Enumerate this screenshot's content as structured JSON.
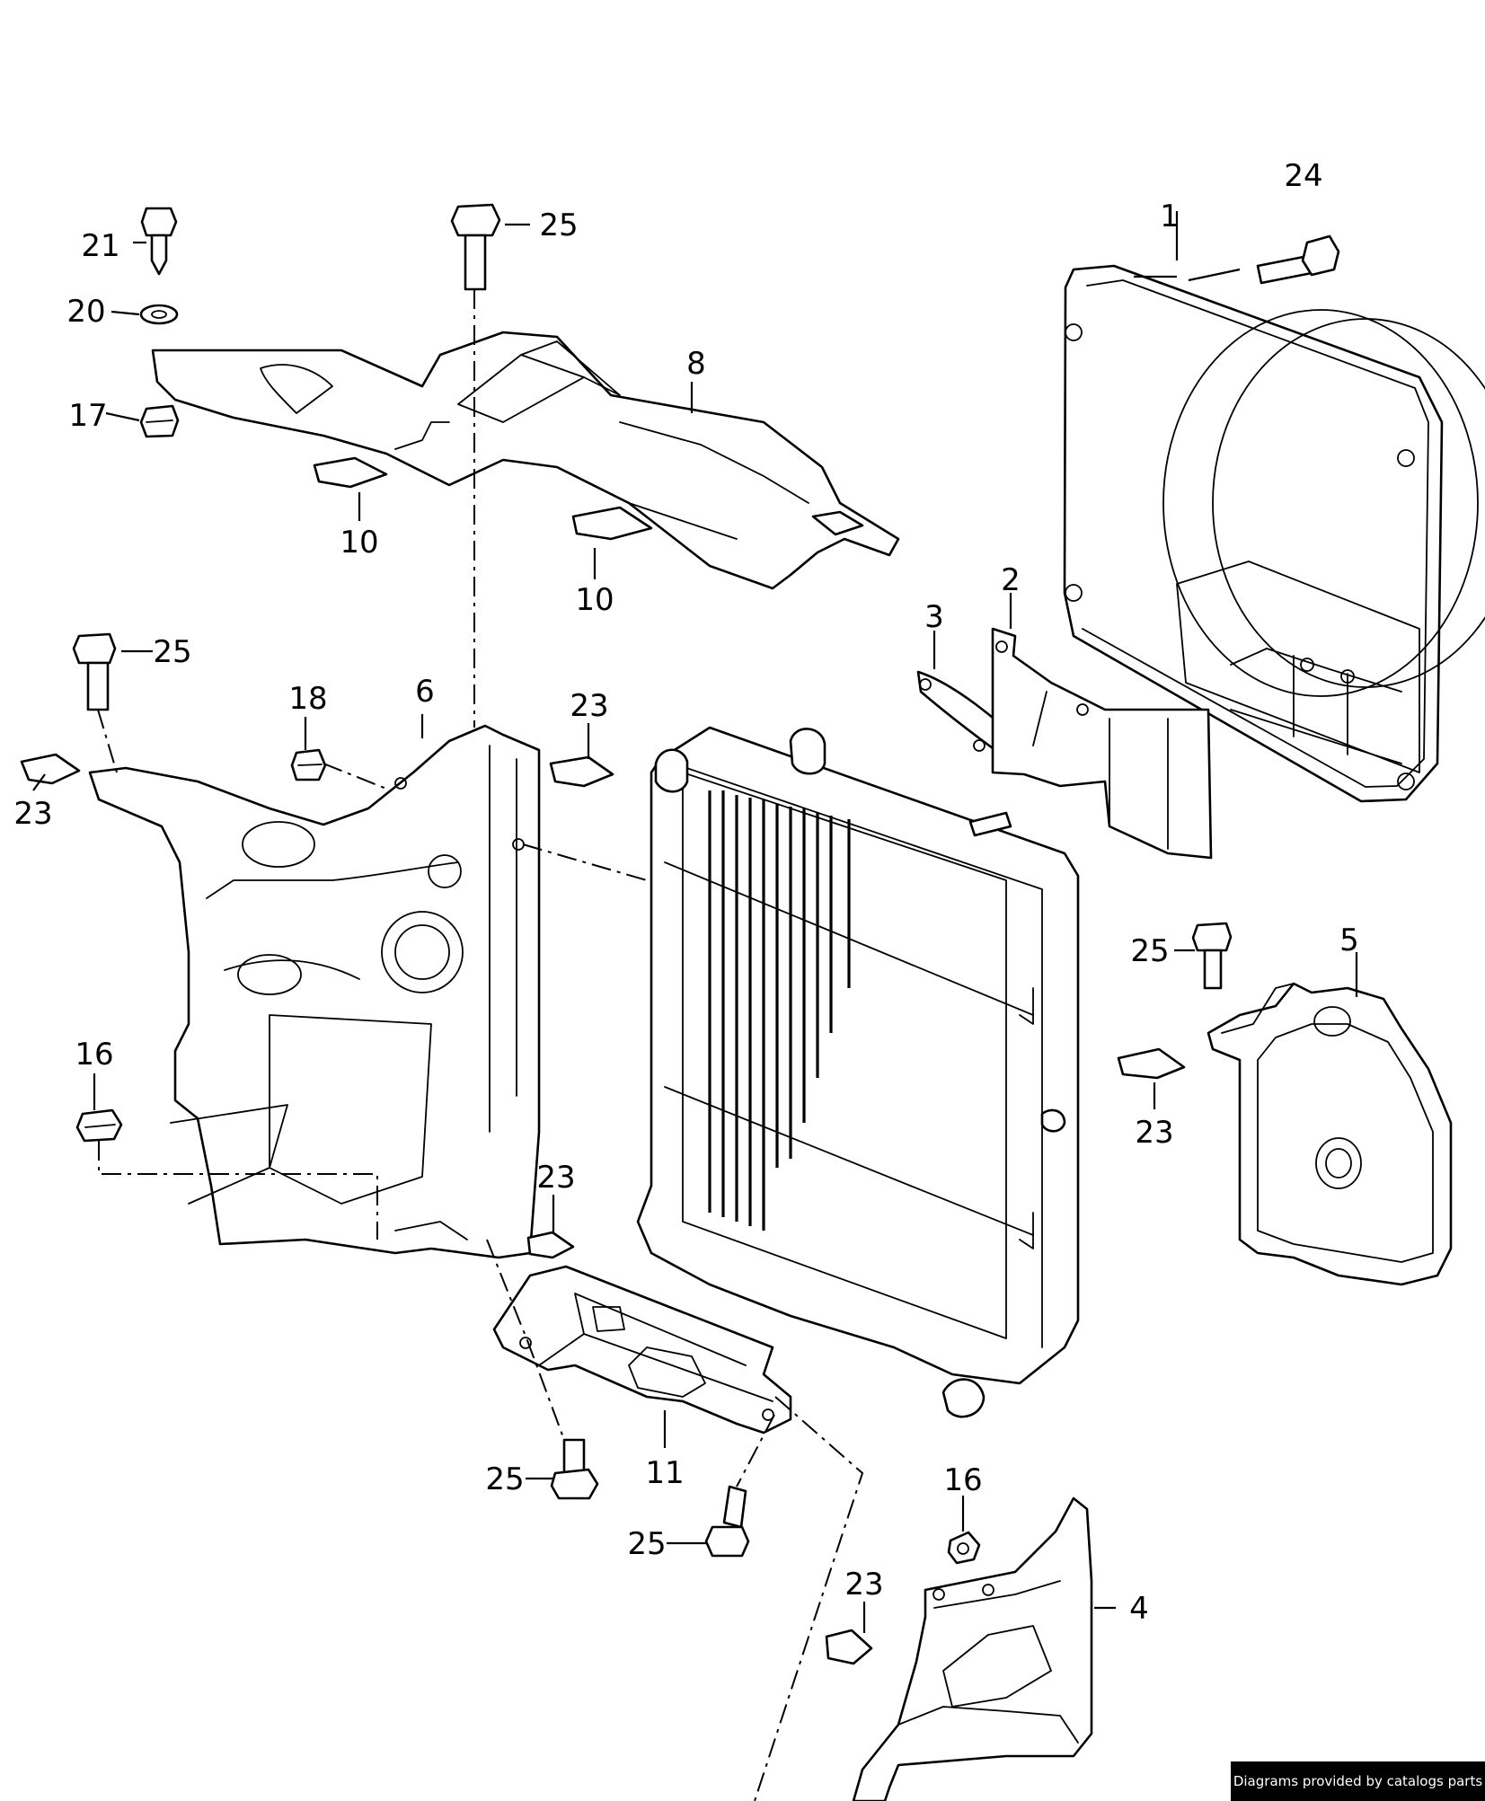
{
  "diagram": {
    "callouts": [
      {
        "id": "c1",
        "label": "1"
      },
      {
        "id": "c2",
        "label": "2"
      },
      {
        "id": "c3",
        "label": "3"
      },
      {
        "id": "c4",
        "label": "4"
      },
      {
        "id": "c5",
        "label": "5"
      },
      {
        "id": "c6",
        "label": "6"
      },
      {
        "id": "c8",
        "label": "8"
      },
      {
        "id": "c10a",
        "label": "10"
      },
      {
        "id": "c10b",
        "label": "10"
      },
      {
        "id": "c11",
        "label": "11"
      },
      {
        "id": "c16a",
        "label": "16"
      },
      {
        "id": "c16b",
        "label": "16"
      },
      {
        "id": "c17",
        "label": "17"
      },
      {
        "id": "c18",
        "label": "18"
      },
      {
        "id": "c20",
        "label": "20"
      },
      {
        "id": "c21",
        "label": "21"
      },
      {
        "id": "c23a",
        "label": "23"
      },
      {
        "id": "c23b",
        "label": "23"
      },
      {
        "id": "c23c",
        "label": "23"
      },
      {
        "id": "c23d",
        "label": "23"
      },
      {
        "id": "c23e",
        "label": "23"
      },
      {
        "id": "c24",
        "label": "24"
      },
      {
        "id": "c25a",
        "label": "25"
      },
      {
        "id": "c25b",
        "label": "25"
      },
      {
        "id": "c25c",
        "label": "25"
      },
      {
        "id": "c25d",
        "label": "25"
      },
      {
        "id": "c25e",
        "label": "25"
      }
    ]
  },
  "credit": {
    "text": "Diagrams provided by catalogs parts"
  }
}
